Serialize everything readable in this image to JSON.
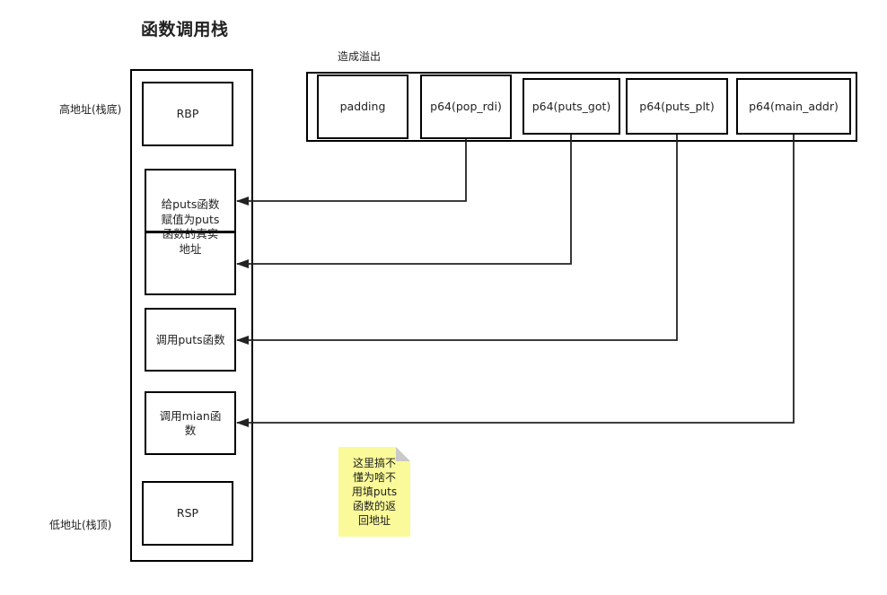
{
  "title": "函数调用栈",
  "labels": {
    "high_addr": "高地址(栈底)",
    "low_addr": "低地址(栈顶)",
    "overflow": "造成溢出"
  },
  "stack": {
    "rbp": "RBP",
    "set_puts_arg": [
      "给puts函数",
      "赋值为puts",
      "函数的真实",
      "地址"
    ],
    "call_puts": "调用puts函数",
    "call_main": [
      "调用mian函",
      "数"
    ],
    "rsp": "RSP"
  },
  "payload": {
    "padding": "padding",
    "pop_rdi": "p64(pop_rdi)",
    "puts_got": "p64(puts_got)",
    "puts_plt": "p64(puts_plt)",
    "main_addr": "p64(main_addr)"
  },
  "note": {
    "lines": [
      "这里搞不",
      "懂为啥不",
      "用填puts",
      "函数的返",
      "回地址"
    ],
    "color": "#fafa9a"
  }
}
